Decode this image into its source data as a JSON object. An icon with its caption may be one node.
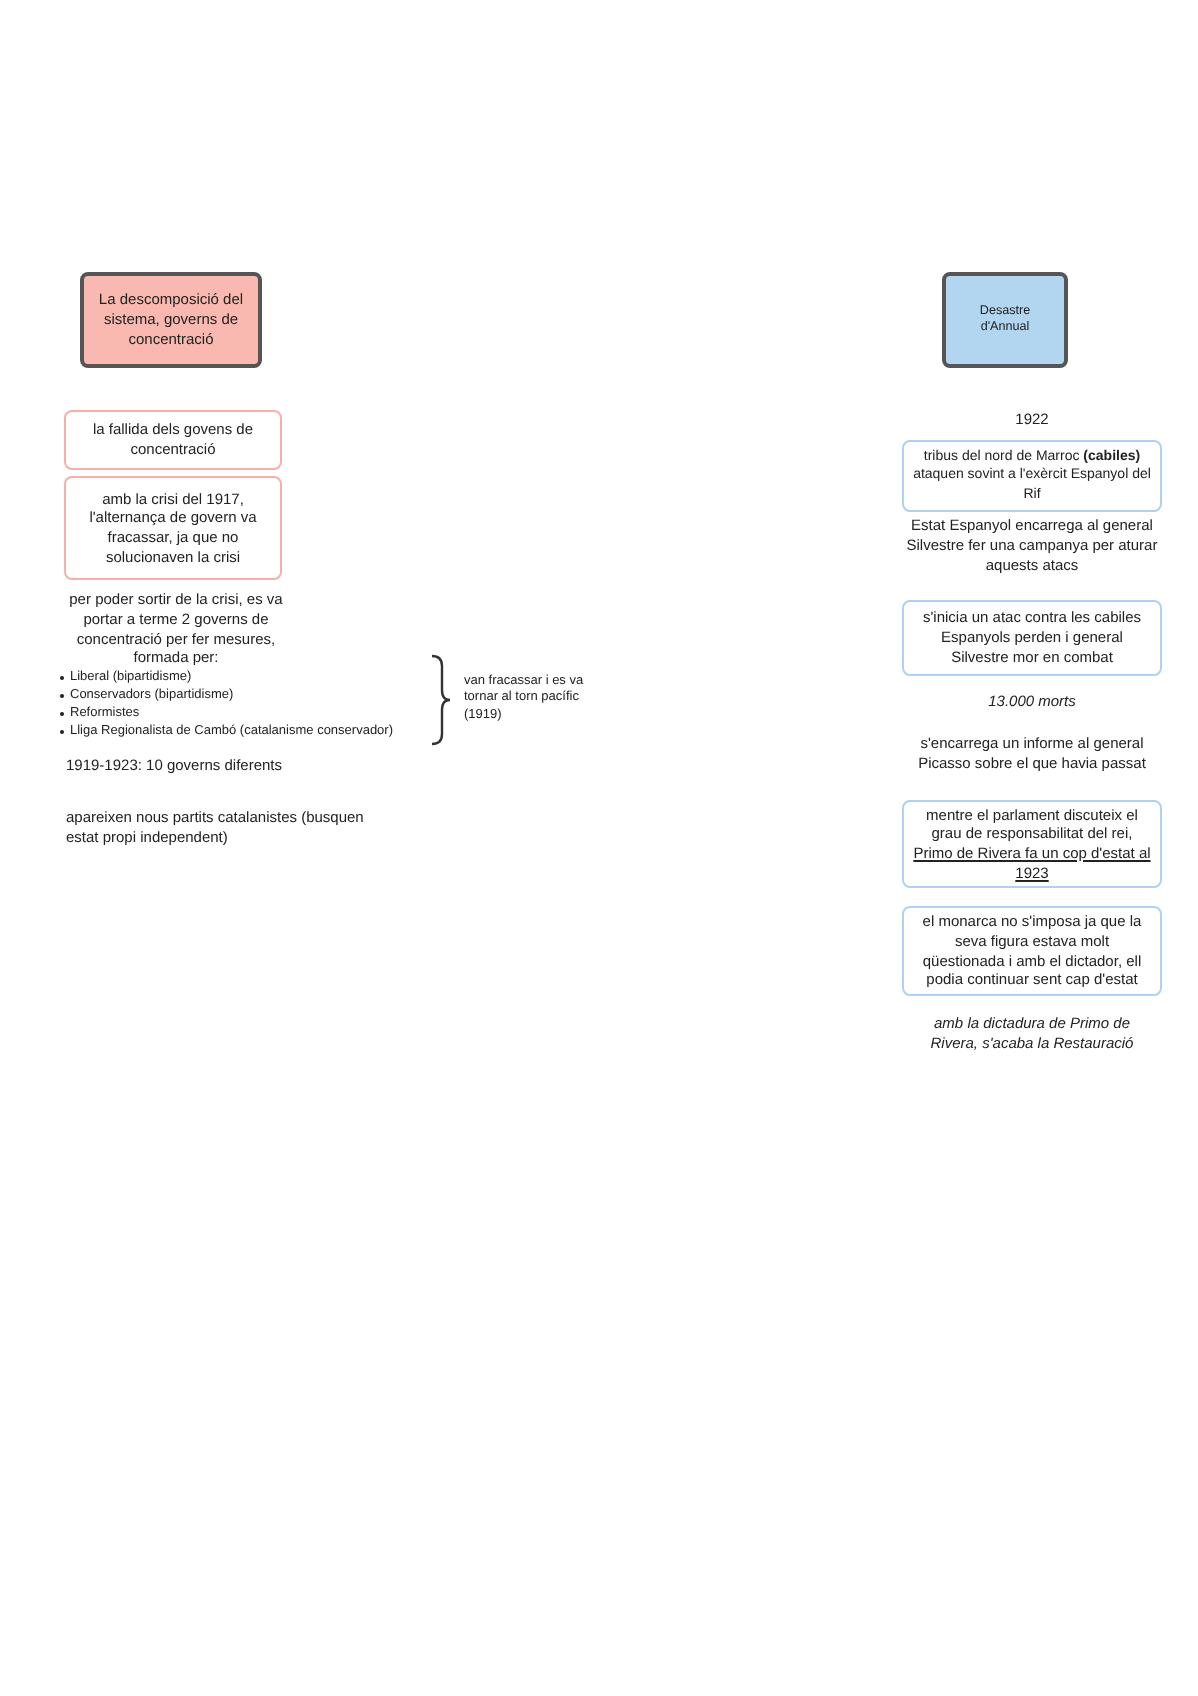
{
  "diagram": {
    "nodes": [
      {
        "text": [
          "La descomposició del sistema, governs de concentració"
        ]
      },
      {
        "text": [
          "la fallida dels govens de concentració"
        ]
      },
      {
        "text": [
          "amb la crisi del 1917, l'alternança de govern va fracassar, ja que no solucionaven la crisi"
        ]
      },
      {
        "text": [
          "Desastre d'Annual"
        ]
      },
      {
        "text": [
          "tribus del nord de Marroc **(cabiles)** ataquen sovint a l'exèrcit Espanyol del Rif"
        ]
      },
      {
        "text": [
          "s'inicia un atac contra les cabiles Espanyols perden i general Silvestre mor en combat"
        ]
      },
      {
        "text": [
          "mentre el parlament discuteix el grau de responsabilitat del rei,",
          "Primo de Rivera fa un cop d'estat al 1923"
        ]
      },
      {
        "text": [
          "el monarca no s'imposa ja que la seva figura estava molt qüestionada i amb el dictador, ell podia continuar sent cap d'estat"
        ]
      }
    ],
    "edges": [],
    "labels": [
      "per poder sortir de la crisi, es va portar a terme 2 governs de concentració per fer mesures, formada per:",
      "Liberal (bipartidisme)",
      "Conservadors (bipartidisme)",
      "Reformistes",
      "Lliga Regionalista de Cambó (catalanisme conservador)",
      "van fracassar i es va tornar al torn pacífic (1919)",
      "1919-1923: 10 governs diferents",
      "apareixen nous partits catalanistes (busquen estat propi independent)",
      "1922",
      "Estat Espanyol encarrega al general Silvestre fer una campanya per aturar aquests atacs",
      "13.000 morts",
      "s'encarrega un informe al general Picasso sobre el que havia passat",
      "amb la dictadura de Primo de Rivera, s'acaba la Restauració"
    ]
  }
}
